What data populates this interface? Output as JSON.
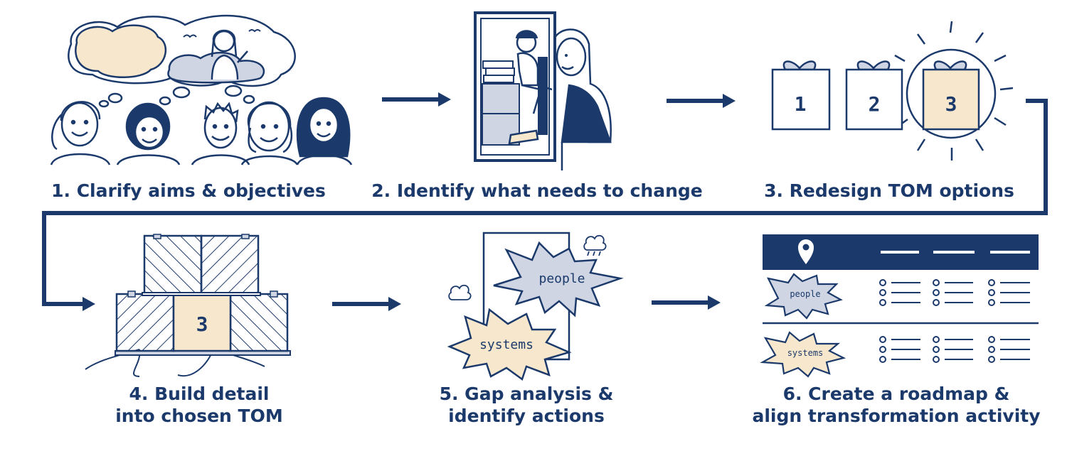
{
  "steps": [
    {
      "number": "1.",
      "lines": [
        "1. Clarify aims & objectives"
      ]
    },
    {
      "number": "2.",
      "lines": [
        "2. Identify what needs to change"
      ]
    },
    {
      "number": "3.",
      "lines": [
        "3. Redesign TOM options"
      ]
    },
    {
      "number": "4.",
      "lines": [
        "4. Build detail",
        "into chosen TOM"
      ]
    },
    {
      "number": "5.",
      "lines": [
        "5. Gap analysis &",
        "identify actions"
      ]
    },
    {
      "number": "6.",
      "lines": [
        "6. Create a roadmap &",
        "align transformation activity"
      ]
    }
  ],
  "options_boxes": [
    "1",
    "2",
    "3"
  ],
  "chosen_box": "3",
  "gap_labels": {
    "people": "people",
    "systems": "systems"
  },
  "roadmap_labels": {
    "people": "people",
    "systems": "systems"
  },
  "colors": {
    "navy": "#1b3a6b",
    "cream": "#f7e7cc",
    "lavender": "#cfd5e3",
    "white": "#ffffff"
  }
}
